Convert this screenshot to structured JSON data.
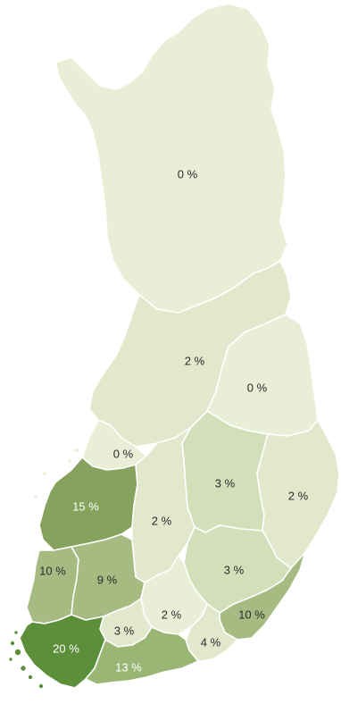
{
  "colors": {
    "shade_0": "#e9eed6",
    "shade_low": "#e1e8cb",
    "shade_mid": "#d3dfb8",
    "shade_9_10": "#a6bb81",
    "shade_13": "#9ab674",
    "shade_15": "#86a35d",
    "shade_20": "#5c8f3a"
  },
  "regions": [
    {
      "id": "lapland",
      "value": "0 %"
    },
    {
      "id": "north-ostrobothnia",
      "value": "2 %"
    },
    {
      "id": "kainuu",
      "value": "0 %"
    },
    {
      "id": "central-ostrobothnia",
      "value": "0 %"
    },
    {
      "id": "north-savo",
      "value": "3 %"
    },
    {
      "id": "north-karelia",
      "value": "2 %"
    },
    {
      "id": "south-ostrobothnia",
      "value": "15 %"
    },
    {
      "id": "central-finland",
      "value": "2 %"
    },
    {
      "id": "south-savo",
      "value": "3 %"
    },
    {
      "id": "satakunta",
      "value": "10 %"
    },
    {
      "id": "pirkanmaa",
      "value": "9 %"
    },
    {
      "id": "south-karelia",
      "value": "10 %"
    },
    {
      "id": "paijat-hame",
      "value": "2 %"
    },
    {
      "id": "kanta-hame",
      "value": "3 %"
    },
    {
      "id": "kymenlaakso",
      "value": "4 %"
    },
    {
      "id": "southwest-finland",
      "value": "20 %"
    },
    {
      "id": "uusimaa",
      "value": "13 %"
    }
  ]
}
